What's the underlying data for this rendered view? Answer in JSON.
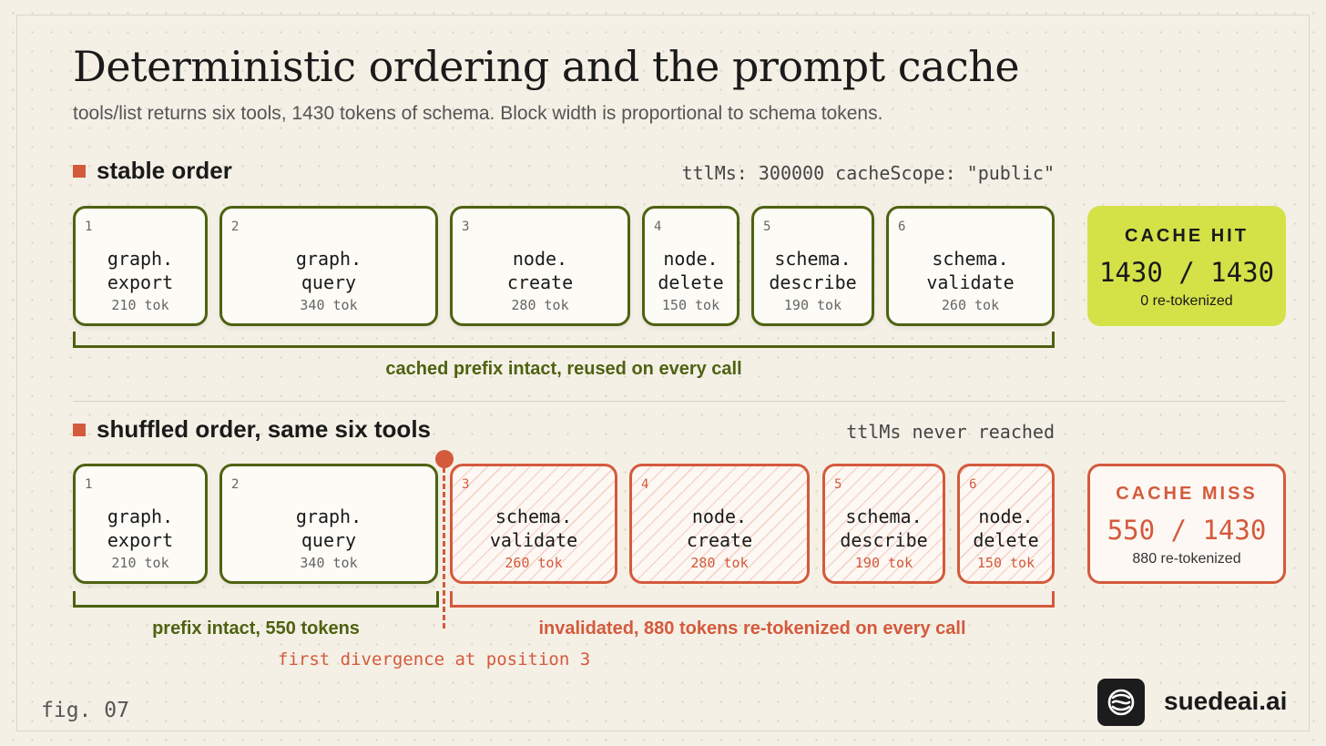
{
  "title": "Deterministic ordering and the prompt cache",
  "subtitle": "tools/list returns six tools, 1430 tokens of schema. Block width is proportional to schema tokens.",
  "colors": {
    "background": "#f4f0e6",
    "green": "#4e6211",
    "accent_red": "#d45a3c",
    "hit_fill": "#d4e248"
  },
  "stable": {
    "heading": "stable order",
    "meta": "ttlMs: 300000 cacheScope: \"public\"",
    "blocks": [
      {
        "pos": "1",
        "name": "graph.\nexport",
        "tokens": 210,
        "tok_label": "210 tok"
      },
      {
        "pos": "2",
        "name": "graph.\nquery",
        "tokens": 340,
        "tok_label": "340 tok"
      },
      {
        "pos": "3",
        "name": "node.\ncreate",
        "tokens": 280,
        "tok_label": "280 tok"
      },
      {
        "pos": "4",
        "name": "node.\ndelete",
        "tokens": 150,
        "tok_label": "150 tok"
      },
      {
        "pos": "5",
        "name": "schema.\ndescribe",
        "tokens": 190,
        "tok_label": "190 tok"
      },
      {
        "pos": "6",
        "name": "schema.\nvalidate",
        "tokens": 260,
        "tok_label": "260 tok"
      }
    ],
    "result": {
      "title": "CACHE HIT",
      "value": "1430 / 1430",
      "note": "0 re-tokenized"
    },
    "bracket_label": "cached prefix intact, reused on every call"
  },
  "shuffled": {
    "heading": "shuffled order, same six tools",
    "meta": "ttlMs never reached",
    "blocks": [
      {
        "pos": "1",
        "name": "graph.\nexport",
        "tokens": 210,
        "tok_label": "210 tok",
        "state": "kept"
      },
      {
        "pos": "2",
        "name": "graph.\nquery",
        "tokens": 340,
        "tok_label": "340 tok",
        "state": "kept"
      },
      {
        "pos": "3",
        "name": "schema.\nvalidate",
        "tokens": 260,
        "tok_label": "260 tok",
        "state": "invalidated"
      },
      {
        "pos": "4",
        "name": "node.\ncreate",
        "tokens": 280,
        "tok_label": "280 tok",
        "state": "invalidated"
      },
      {
        "pos": "5",
        "name": "schema.\ndescribe",
        "tokens": 190,
        "tok_label": "190 tok",
        "state": "invalidated"
      },
      {
        "pos": "6",
        "name": "node.\ndelete",
        "tokens": 150,
        "tok_label": "150 tok",
        "state": "invalidated"
      }
    ],
    "result": {
      "title": "CACHE MISS",
      "value": "550 / 1430",
      "note": "880 re-tokenized"
    },
    "prefix_label": "prefix intact, 550 tokens",
    "invalid_label": "invalidated, 880 tokens re-tokenized on every call",
    "divergence_label": "first divergence at position 3"
  },
  "figure_label": "fig. 07",
  "brand": {
    "name": "suedeai.ai",
    "logo_icon": "suedeai-logo-icon"
  }
}
